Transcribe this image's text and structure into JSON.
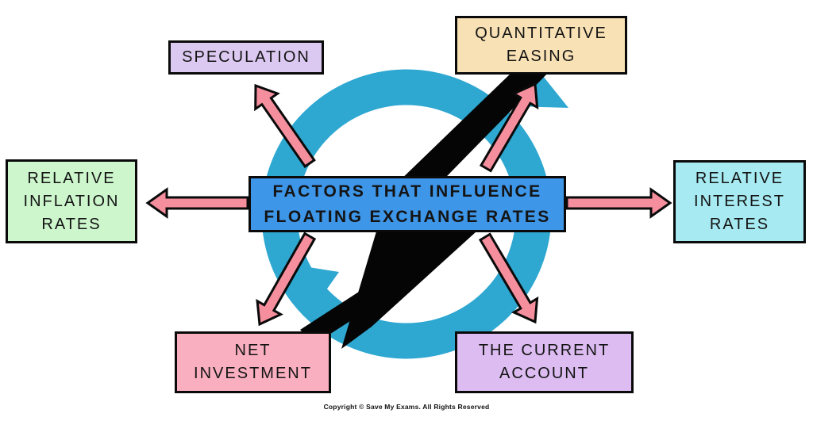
{
  "diagram_title": "FACTORS THAT INFLUENCE FLOATING EXCHANGE RATES",
  "center": {
    "label": "FACTORS THAT INFLUENCE FLOATING EXCHANGE RATES",
    "bg": "#3E96E8"
  },
  "factors": [
    {
      "id": "speculation",
      "label": "SPECULATION",
      "bg": "#DCC9F1"
    },
    {
      "id": "quantitative-easing",
      "label": "QUANTITATIVE EASING",
      "bg": "#F8E1B4"
    },
    {
      "id": "relative-inflation-rates",
      "label": "RELATIVE INFLATION RATES",
      "bg": "#CDF6CD"
    },
    {
      "id": "relative-interest-rates",
      "label": "RELATIVE INTEREST RATES",
      "bg": "#A7EAF2"
    },
    {
      "id": "net-investment",
      "label": "NET INVESTMENT",
      "bg": "#F9AFC0"
    },
    {
      "id": "the-current-account",
      "label": "THE CURRENT ACCOUNT",
      "bg": "#DCBCF1"
    }
  ],
  "colors": {
    "arrow": "#F58F9D",
    "ring": "#2EA7D1",
    "bolt": "#050505",
    "outline": "#0A0A0A"
  },
  "footer": {
    "copyright": "Copyright © Save My Exams. All Rights Reserved"
  }
}
